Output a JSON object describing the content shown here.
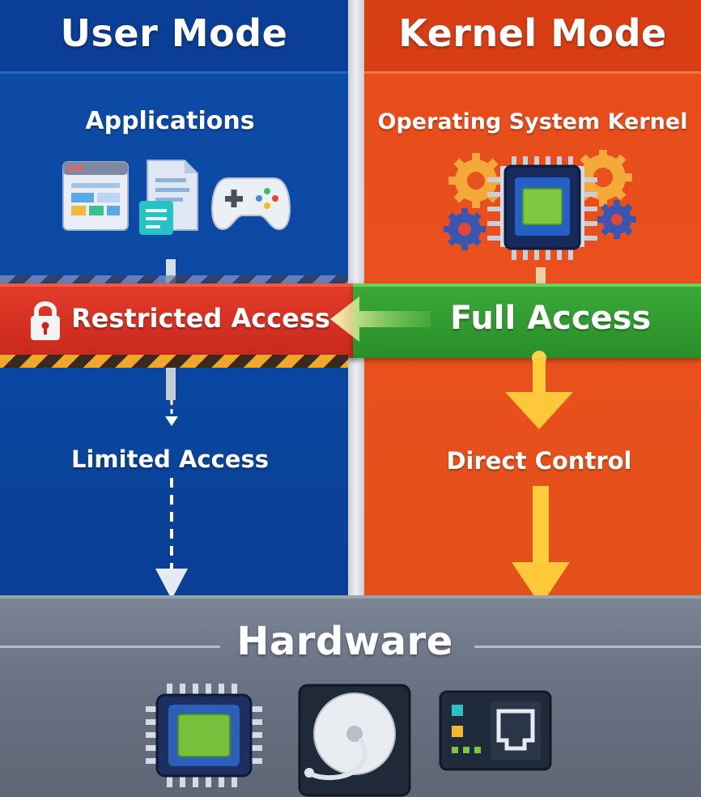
{
  "user_mode": {
    "title": "User Mode",
    "section": "Applications",
    "access_bar": "Restricted Access",
    "flow_label": "Limited Access"
  },
  "kernel_mode": {
    "title": "Kernel Mode",
    "section": "Operating System Kernel",
    "access_bar": "Full Access",
    "flow_label": "Direct Control"
  },
  "hardware": {
    "title": "Hardware"
  },
  "icons": {
    "apps": [
      "browser-window-icon",
      "document-icon",
      "gamepad-icon"
    ],
    "kernel": [
      "kernel-chip-with-gears-icon"
    ],
    "hardware": [
      "cpu-icon",
      "hard-disk-icon",
      "network-port-icon"
    ],
    "bars": [
      "lock-icon"
    ]
  },
  "colors": {
    "user": "#0b49a3",
    "kernel": "#e9511e",
    "restricted": "#d0301f",
    "full": "#36a234",
    "hardware": "#6a7383",
    "arrow": "#ffc83a"
  }
}
